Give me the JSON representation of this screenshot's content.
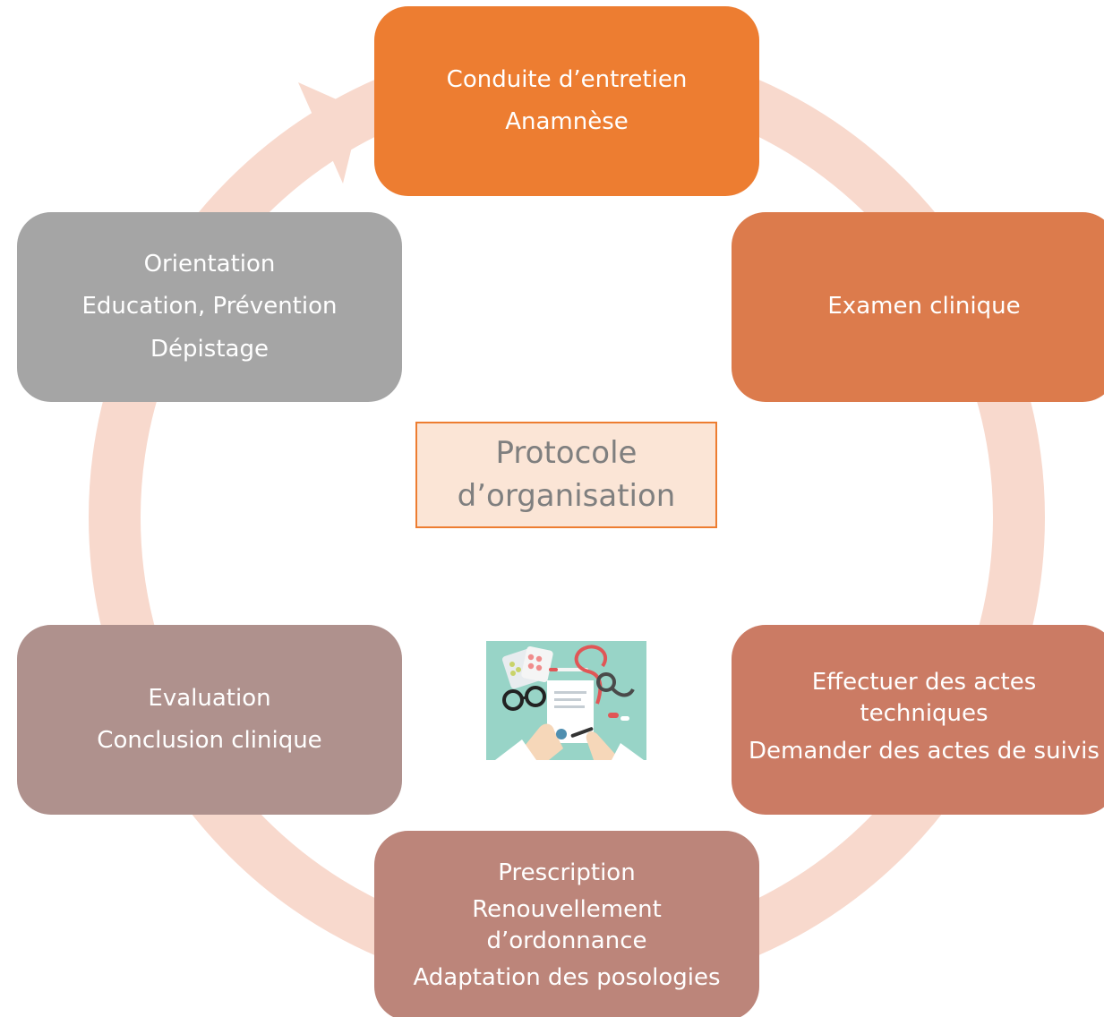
{
  "diagram": {
    "center": {
      "lines": [
        "Protocole",
        "d’organisation"
      ],
      "fill": "#FBE5D6",
      "border": "#ED7D31",
      "text_color": "#7F7F7F"
    },
    "cycle_arrow_color": "#F8D9CD",
    "steps": [
      {
        "lines": [
          "Conduite d’entretien",
          "Anamnèse"
        ],
        "color": "#ED7D31"
      },
      {
        "lines": [
          "Examen clinique"
        ],
        "color": "#DC7B4C"
      },
      {
        "lines": [
          "Effectuer des actes",
          "techniques",
          "Demander des actes de suivis"
        ],
        "color": "#CB7B64"
      },
      {
        "lines": [
          "Prescription",
          "Renouvellement",
          "d’ordonnance",
          "Adaptation des posologies"
        ],
        "color": "#BC857A"
      },
      {
        "lines": [
          "Evaluation",
          "Conclusion clinique"
        ],
        "color": "#AF918D"
      },
      {
        "lines": [
          "Orientation",
          "Education, Prévention",
          "Dépistage"
        ],
        "color": "#A5A5A5"
      }
    ],
    "illustration": {
      "icon": "doctor-desk-illustration",
      "background": "#98D4C7"
    }
  }
}
